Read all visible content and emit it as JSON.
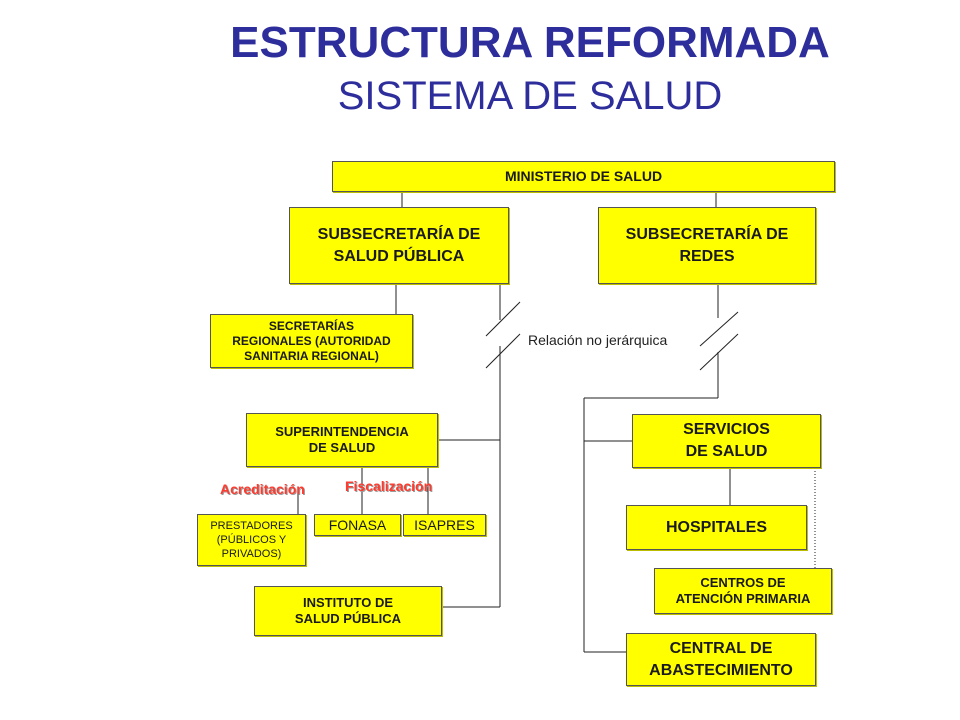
{
  "title": "ESTRUCTURA REFORMADA",
  "subtitle": "SISTEMA DE SALUD",
  "nodes": {
    "ministerio": "MINISTERIO DE SALUD",
    "subsec_salud_publica": "SUBSECRETARÍA DE\nSALUD PÚBLICA",
    "subsec_redes": "SUBSECRETARÍA DE\nREDES",
    "secretarias": "SECRETARÍAS\nREGIONALES (AUTORIDAD\nSANITARIA REGIONAL)",
    "superintendencia": "SUPERINTENDENCIA\nDE SALUD",
    "prestadores": "PRESTADORES\n(PÚBLICOS Y\nPRIVADOS)",
    "fonasa": "FONASA",
    "isapres": "ISAPRES",
    "instituto": "INSTITUTO DE\nSALUD PÚBLICA",
    "servicios": "SERVICIOS\nDE SALUD",
    "hospitales": "HOSPITALES",
    "centros": "CENTROS DE\nATENCIÓN PRIMARIA",
    "central": "CENTRAL DE\nABASTECIMIENTO"
  },
  "labels": {
    "relacion": "Relación no jerárquica",
    "acreditacion": "Acreditación",
    "fiscalizacion": "Fiscalización"
  },
  "colors": {
    "box_fill": "#ffff00",
    "title": "#2d2d9b",
    "red_label": "#ff3b2f"
  }
}
